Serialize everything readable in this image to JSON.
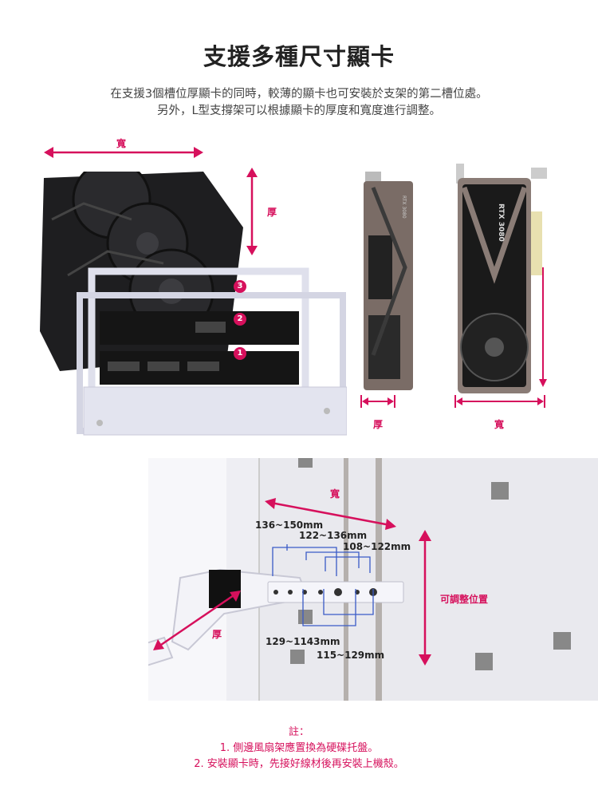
{
  "header": {
    "title": "支援多種尺寸顯卡",
    "intro_line1": "在支援3個槽位厚顯卡的同時，較薄的顯卡也可安裝於支架的第二槽位處。",
    "intro_line2": "另外，L型支撐架可以根據顯卡的厚度和寬度進行調整。"
  },
  "top_figure": {
    "width_label": "寬",
    "thickness_label": "厚",
    "slot_badges": [
      "3",
      "2",
      "1"
    ],
    "card_text": "RTX 3080",
    "small_card_thickness_label": "厚",
    "small_card_width_label": "寬"
  },
  "bottom_figure": {
    "width_label": "寬",
    "thickness_label": "厚",
    "adjust_label": "可調整位置",
    "width_ranges": [
      "136~150mm",
      "122~136mm",
      "108~122mm"
    ],
    "thickness_ranges": [
      "129~1143mm",
      "115~129mm"
    ]
  },
  "notes": {
    "heading": "註：",
    "items": [
      "1. 側邊風扇架應置換為硬碟托盤。",
      "2. 安裝顯卡時，先接好線材後再安裝上機殼。"
    ]
  },
  "colors": {
    "accent": "#d6105c",
    "dimension_blue": "#3a5bc7"
  }
}
